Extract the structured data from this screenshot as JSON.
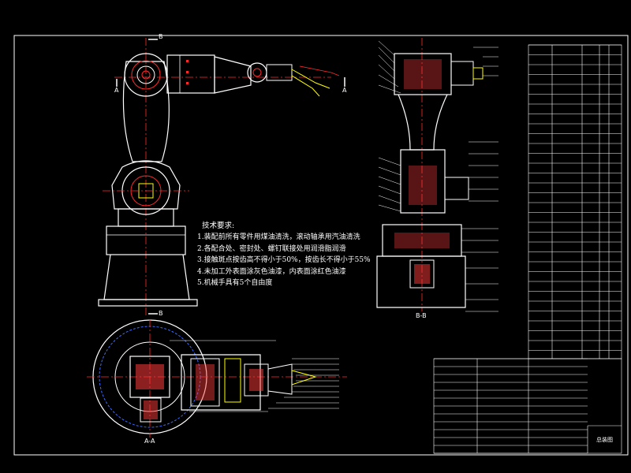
{
  "drawing": {
    "tech_requirements": {
      "title": "技术要求:",
      "items": [
        "1.装配前所有零件用煤油清洗，滚动轴承用汽油清洗",
        "2.各配合处、密封处、螺钉联接处用润滑脂润滑",
        "3.接触斑点按齿高不得小于50%，按齿长不得小于55%",
        "4.未加工外表面涂灰色油漆，内表面涂红色油漆",
        "5.机械手具有5个自由度"
      ]
    },
    "section_labels": {
      "b_top": "B",
      "b_bottom": "B",
      "a_left": "A",
      "a_right": "A",
      "section_aa": "A-A",
      "section_bb": "B-B"
    },
    "title_block": {
      "name": "总装图"
    },
    "colors": {
      "background": "#000000",
      "outline": "#ffffff",
      "centerline": "#ff2a2a",
      "detail": "#ffff00",
      "hatch": "#ff3b3b",
      "blue": "#3b6bff"
    }
  }
}
